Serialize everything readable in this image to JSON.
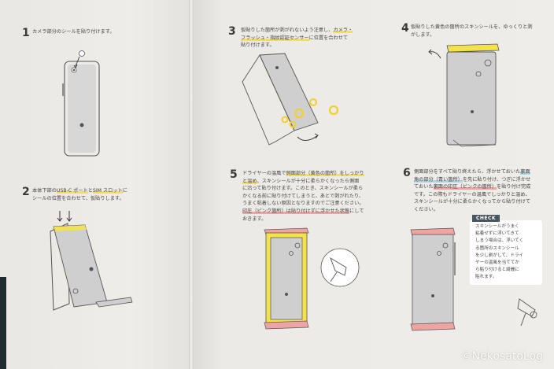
{
  "steps": [
    {
      "num": "1",
      "text": "カメラ部分のシールを貼り付けます。"
    },
    {
      "num": "2",
      "text_a": "本体下部の",
      "hl_a": "USB-C ポート",
      "text_b": "と",
      "hl_b": "SIM スロット",
      "text_c": "に",
      "line2": "シールの位置を合わせて、仮貼りします。"
    },
    {
      "num": "3",
      "l1a": "仮貼りした箇所が剥がれないよう注意し、",
      "l1hl": "カメラ・",
      "l2hl": "フラッシュ・指紋認証センサー",
      "l2b": "に位置を合わせて",
      "l3": "貼り付けます。"
    },
    {
      "num": "4",
      "l1": "仮貼りした黄色の箇所のスキンシールを、ゆっくりと剥",
      "l2": "がします。"
    },
    {
      "num": "5",
      "l1a": "ドライヤーの温風で",
      "l1hl": "側面部分（黄色の箇所）をしっかり",
      "l2hl": "と温め",
      "l2b": "、スキンシールが十分に柔らかくなったら側面",
      "l3": "に沿って貼り付けます。このとき、スキンシールが柔ら",
      "l4": "かくなる前に貼り付けてしまうと、あとで剥がれたり、",
      "l5": "うまく粘着しない原因となりますのでご注意ください。",
      "l6hl": "印圧（ピンク箇所）は貼り付けずに浮かせた状態",
      "l6b": "にして",
      "l7": "おきます。"
    },
    {
      "num": "6",
      "l1a": "側面部分をすべて貼り終えたら、浮かせておいた",
      "l1hl": "裏面",
      "l2hl": "角の部分（青い箇所）",
      "l2b": "を先に貼り付け、つぎに浮かせ",
      "l3a": "ておいた",
      "l3hl": "裏面の印圧（ピンクの箇所）",
      "l3b": "を貼り付け完成",
      "l4": "です。この際もドライヤーの温風でしっかりと温め、",
      "l5": "スキンシールが十分に柔らかくなってから貼り付けて",
      "l6": "ください。"
    }
  ],
  "check": {
    "tag": "CHECK",
    "lines": [
      "スキンシールがうまく",
      "粘着せずに浮いてきて",
      "しまう場合は、浮いてく",
      "る箇所のスキンシール",
      "を少し剥がして、ドライ",
      "ヤーの温風を当ててか",
      "ら貼り付けると綺麗に",
      "貼れます。"
    ]
  },
  "watermark": "©NekosatoLog",
  "colors": {
    "highlight_yellow": "#f3e24b",
    "highlight_pink": "#f0a3a3",
    "highlight_blue": "#a9d5e6",
    "phone_gray": "#c9c9c9",
    "outline": "#555555"
  }
}
